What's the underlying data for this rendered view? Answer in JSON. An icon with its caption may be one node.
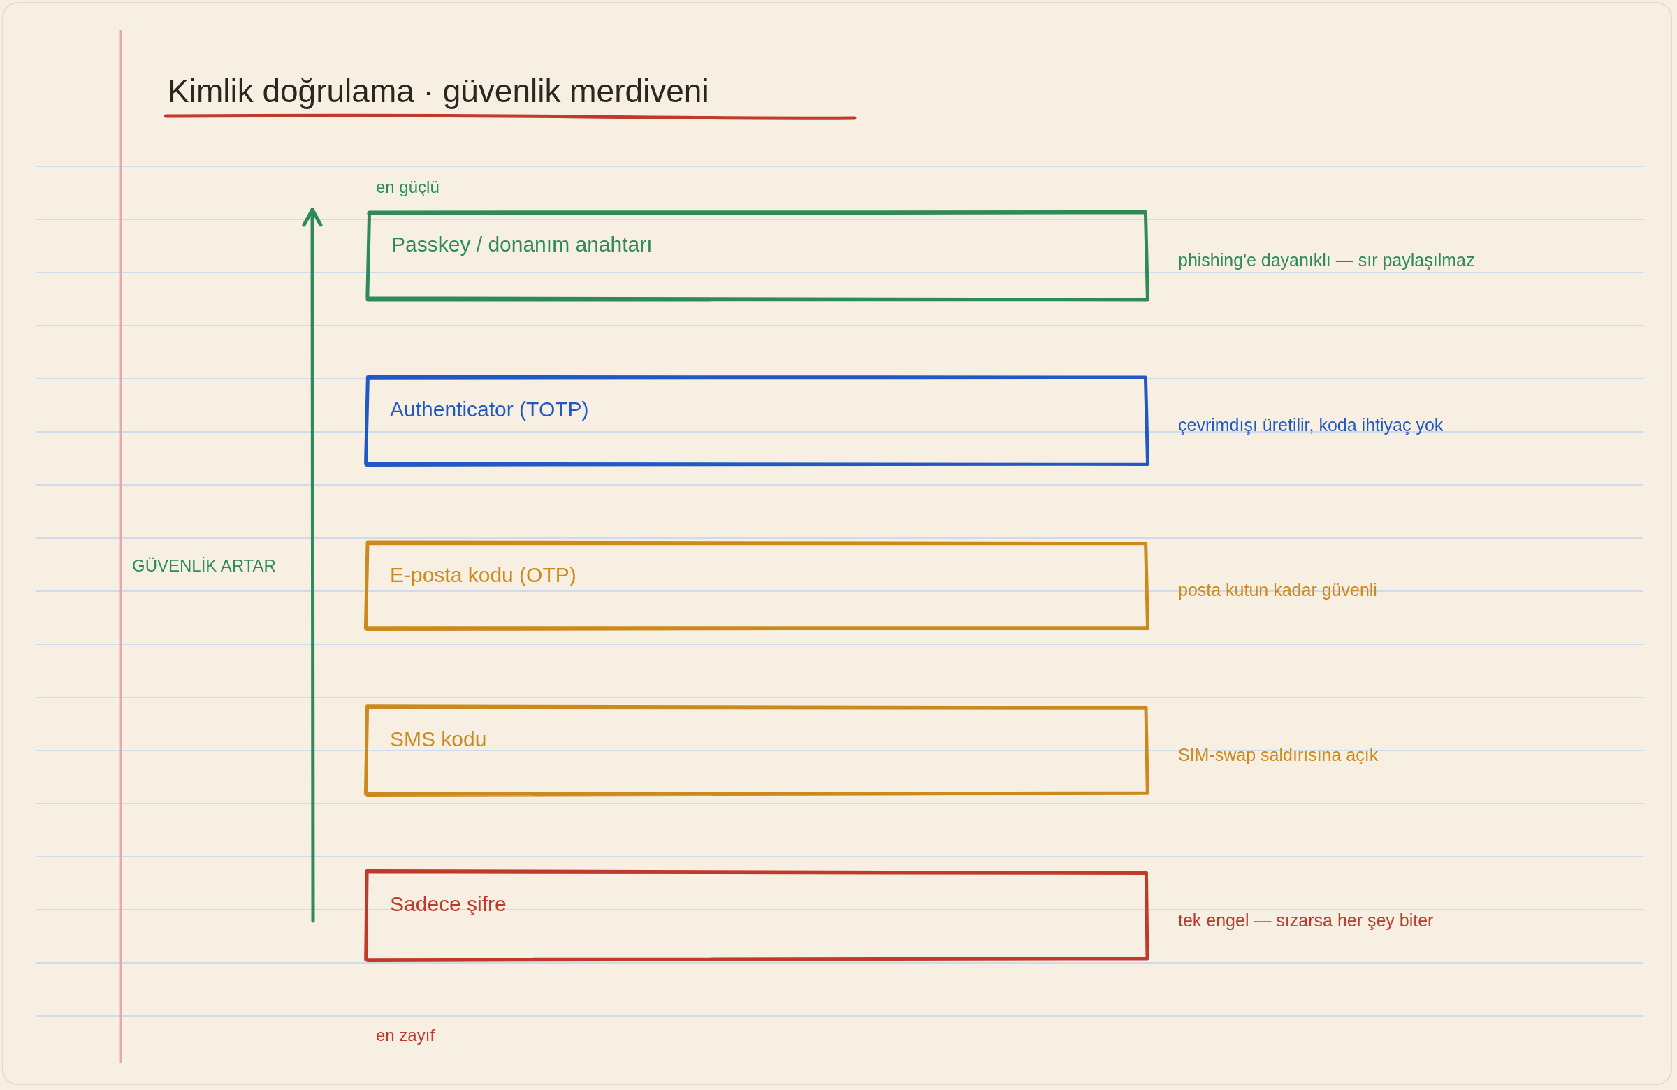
{
  "diagram": {
    "title": "Kimlik doğrulama · güvenlik merdiveni",
    "nodes": [
      {
        "text": [
          "Passkey / donanım anahtarı"
        ],
        "beside": [
          "phishing'e dayanıklı — sır paylaşılmaz"
        ]
      },
      {
        "text": [
          "Authenticator (TOTP)"
        ],
        "beside": [
          "çevrimdışı üretilir, koda ihtiyaç yok"
        ]
      },
      {
        "text": [
          "E-posta kodu (OTP)"
        ],
        "beside": [
          "posta kutun kadar güvenli"
        ]
      },
      {
        "text": [
          "SMS kodu"
        ],
        "beside": [
          "SIM-swap saldırısına açık"
        ]
      },
      {
        "text": [
          "Sadece şifre"
        ],
        "beside": [
          "tek engel — sızarsa her şey biter"
        ]
      }
    ],
    "labels": [
      "en güçlü",
      "GÜVENLİK ARTAR",
      "en zayıf"
    ]
  }
}
